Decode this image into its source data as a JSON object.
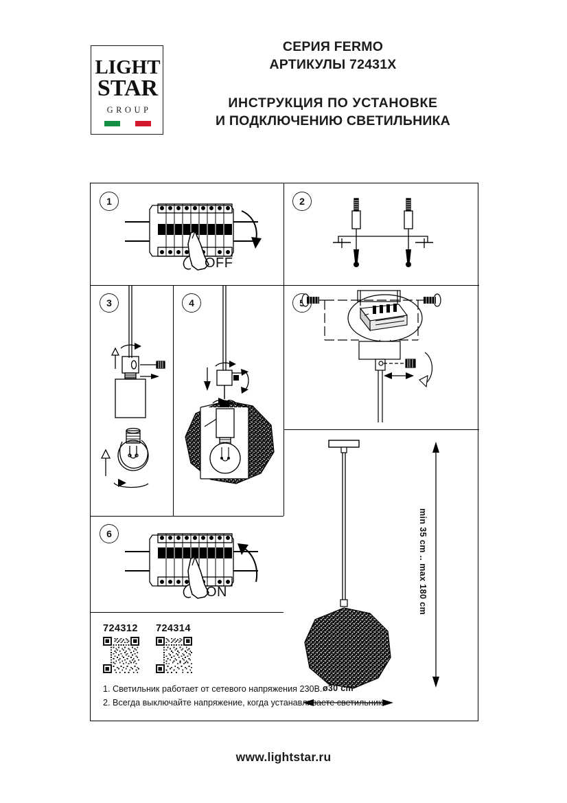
{
  "document": {
    "logo": {
      "line1": "LIGHT",
      "line2": "STAR",
      "line3": "GROUP",
      "flag_colors": [
        "#159045",
        "#ffffff",
        "#d3192b"
      ]
    },
    "header": {
      "series": "СЕРИЯ FERMO",
      "article": "АРТИКУЛЫ 72431X",
      "instruction_line1": "ИНСТРУКЦИЯ ПО УСТАНОВКЕ",
      "instruction_line2": "И ПОДКЛЮЧЕНИЮ СВЕТИЛЬНИКА"
    },
    "footer": {
      "website": "www.lightstar.ru"
    }
  },
  "steps": [
    {
      "number": "1",
      "label": "OFF",
      "description": "switch circuit breaker off"
    },
    {
      "number": "2",
      "label": "",
      "description": "wall anchors screws and mounting bracket"
    },
    {
      "number": "3",
      "label": "",
      "description": "lamp holder cable and bulb"
    },
    {
      "number": "4",
      "label": "",
      "description": "install textured polyhedron shade"
    },
    {
      "number": "5",
      "label": "",
      "description": "ceiling cup terminal block wiring"
    },
    {
      "number": "6",
      "label": "ON",
      "description": "switch circuit breaker on"
    }
  ],
  "codes": [
    {
      "number": "724312"
    },
    {
      "number": "724314"
    }
  ],
  "notes": [
    "1. Светильник работает от сетевого напряжения 230В.",
    "2. Всегда выключайте напряжение, когда устанавливаете светильник."
  ],
  "dimensions": {
    "height": "min 35 cm .. max 180 cm",
    "diameter": "ø30 cm"
  },
  "colors": {
    "ink": "#111111",
    "line": "#000000",
    "flag_green": "#159045",
    "flag_red": "#d3192b",
    "page": "#ffffff"
  }
}
